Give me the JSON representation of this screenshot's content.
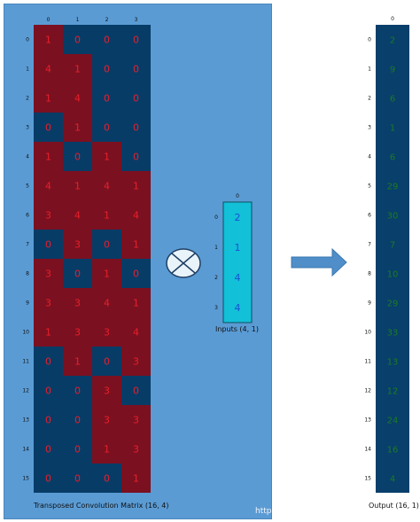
{
  "matrix": {
    "caption": "Transposed Convolution Matrix (16, 4)",
    "col_labels": [
      "0",
      "1",
      "2",
      "3"
    ],
    "row_labels": [
      "0",
      "1",
      "2",
      "3",
      "4",
      "5",
      "6",
      "7",
      "8",
      "9",
      "10",
      "11",
      "12",
      "13",
      "14",
      "15"
    ],
    "values": [
      [
        1,
        0,
        0,
        0
      ],
      [
        4,
        1,
        0,
        0
      ],
      [
        1,
        4,
        0,
        0
      ],
      [
        0,
        1,
        0,
        0
      ],
      [
        1,
        0,
        1,
        0
      ],
      [
        4,
        1,
        4,
        1
      ],
      [
        3,
        4,
        1,
        4
      ],
      [
        0,
        3,
        0,
        1
      ],
      [
        3,
        0,
        1,
        0
      ],
      [
        3,
        3,
        4,
        1
      ],
      [
        1,
        3,
        3,
        4
      ],
      [
        0,
        1,
        0,
        3
      ],
      [
        0,
        0,
        3,
        0
      ],
      [
        0,
        0,
        3,
        3
      ],
      [
        0,
        0,
        1,
        3
      ],
      [
        0,
        0,
        0,
        1
      ]
    ]
  },
  "inputs": {
    "caption": "Inputs (4, 1)",
    "col_labels": [
      "0"
    ],
    "row_labels": [
      "0",
      "1",
      "2",
      "3"
    ],
    "values": [
      2,
      1,
      4,
      4
    ]
  },
  "output": {
    "caption": "Output (16, 1)",
    "col_labels": [
      "0"
    ],
    "row_labels": [
      "0",
      "1",
      "2",
      "3",
      "4",
      "5",
      "6",
      "7",
      "8",
      "9",
      "10",
      "11",
      "12",
      "13",
      "14",
      "15"
    ],
    "values": [
      2,
      9,
      6,
      1,
      6,
      29,
      30,
      7,
      10,
      29,
      33,
      13,
      12,
      24,
      16,
      4
    ]
  },
  "watermark": "https://blog.csdn.net/Zhu",
  "colors": {
    "panel": "#5a9bd4",
    "nonzero_cell": "#7b1020",
    "zero_cell": "#073c67",
    "matrix_text": "#e8202a",
    "input_cell": "#12c0d8",
    "input_text": "#1a4fd6",
    "output_cell": "#083f6b",
    "output_text": "#1f7a24",
    "arrow": "#4f8ec8",
    "operator_fill": "#e9f3fa"
  },
  "icons": {
    "operator": "multiply-circle-icon",
    "arrow": "right-arrow-icon"
  }
}
